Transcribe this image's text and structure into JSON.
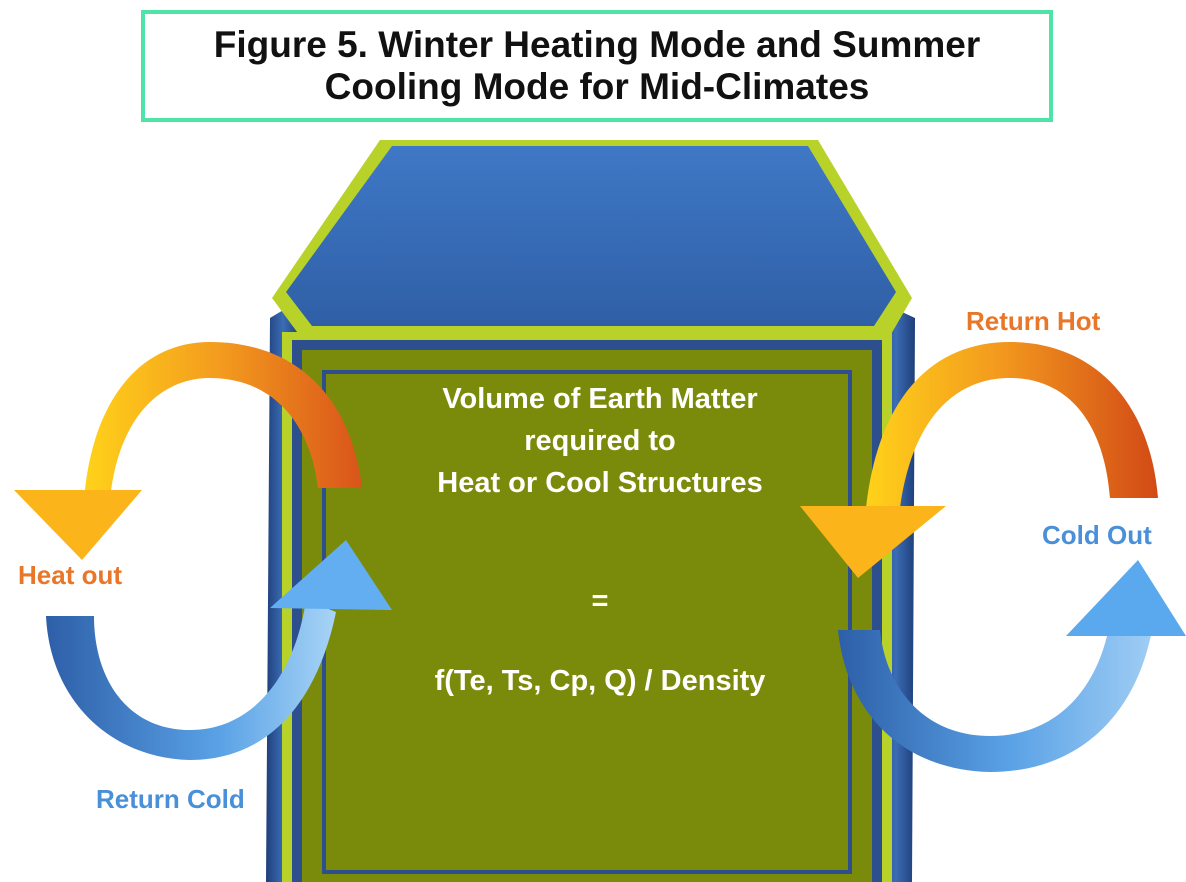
{
  "title": {
    "line1": "Figure 5. Winter Heating Mode and Summer",
    "line2": "Cooling Mode for Mid-Climates"
  },
  "center": {
    "line1": "Volume of  Earth Matter",
    "line2": "required to",
    "line3": "Heat or Cool Structures",
    "equals": "=",
    "formula": "f(Te, Ts, Cp, Q) / Density"
  },
  "labels": {
    "heat_out": "Heat out",
    "return_cold": "Return Cold",
    "return_hot": "Return Hot",
    "cold_out": "Cold Out"
  },
  "colors": {
    "title_border": "#4fe3a8",
    "box_fill": "#7a8a0a",
    "box_top": "#3b6fb8",
    "box_frame": "#2d4f8e",
    "hot_arrow": "#f08a1c",
    "cold_arrow": "#4a8fd8",
    "hot_label": "#e8772a",
    "cold_label": "#4a90d9"
  }
}
